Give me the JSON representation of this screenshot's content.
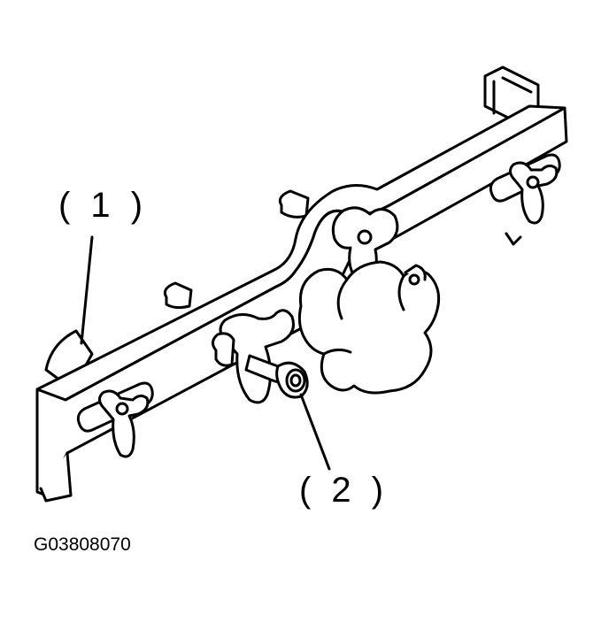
{
  "callouts": [
    {
      "id": "1",
      "label": "( 1 )"
    },
    {
      "id": "2",
      "label": "( 2 )"
    }
  ],
  "figure_id": "G03808070",
  "colors": {
    "line": "#000000",
    "fill": "#ffffff"
  }
}
